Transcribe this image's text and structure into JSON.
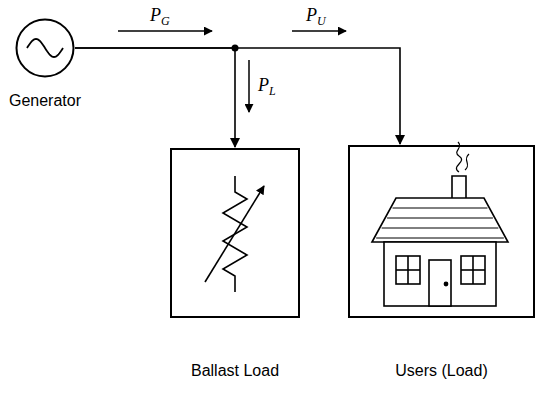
{
  "diagram": {
    "nodes": [
      {
        "text": [
          "Generator"
        ]
      },
      {
        "text": [
          "Ballast Load"
        ]
      },
      {
        "text": [
          "Users (Load)"
        ]
      }
    ],
    "edges": [
      {
        "from": 0,
        "to": 1,
        "arrow": "to"
      },
      {
        "from": 0,
        "to": 2,
        "arrow": "to"
      }
    ],
    "labels": [
      "PG",
      "PU",
      "PL"
    ]
  }
}
